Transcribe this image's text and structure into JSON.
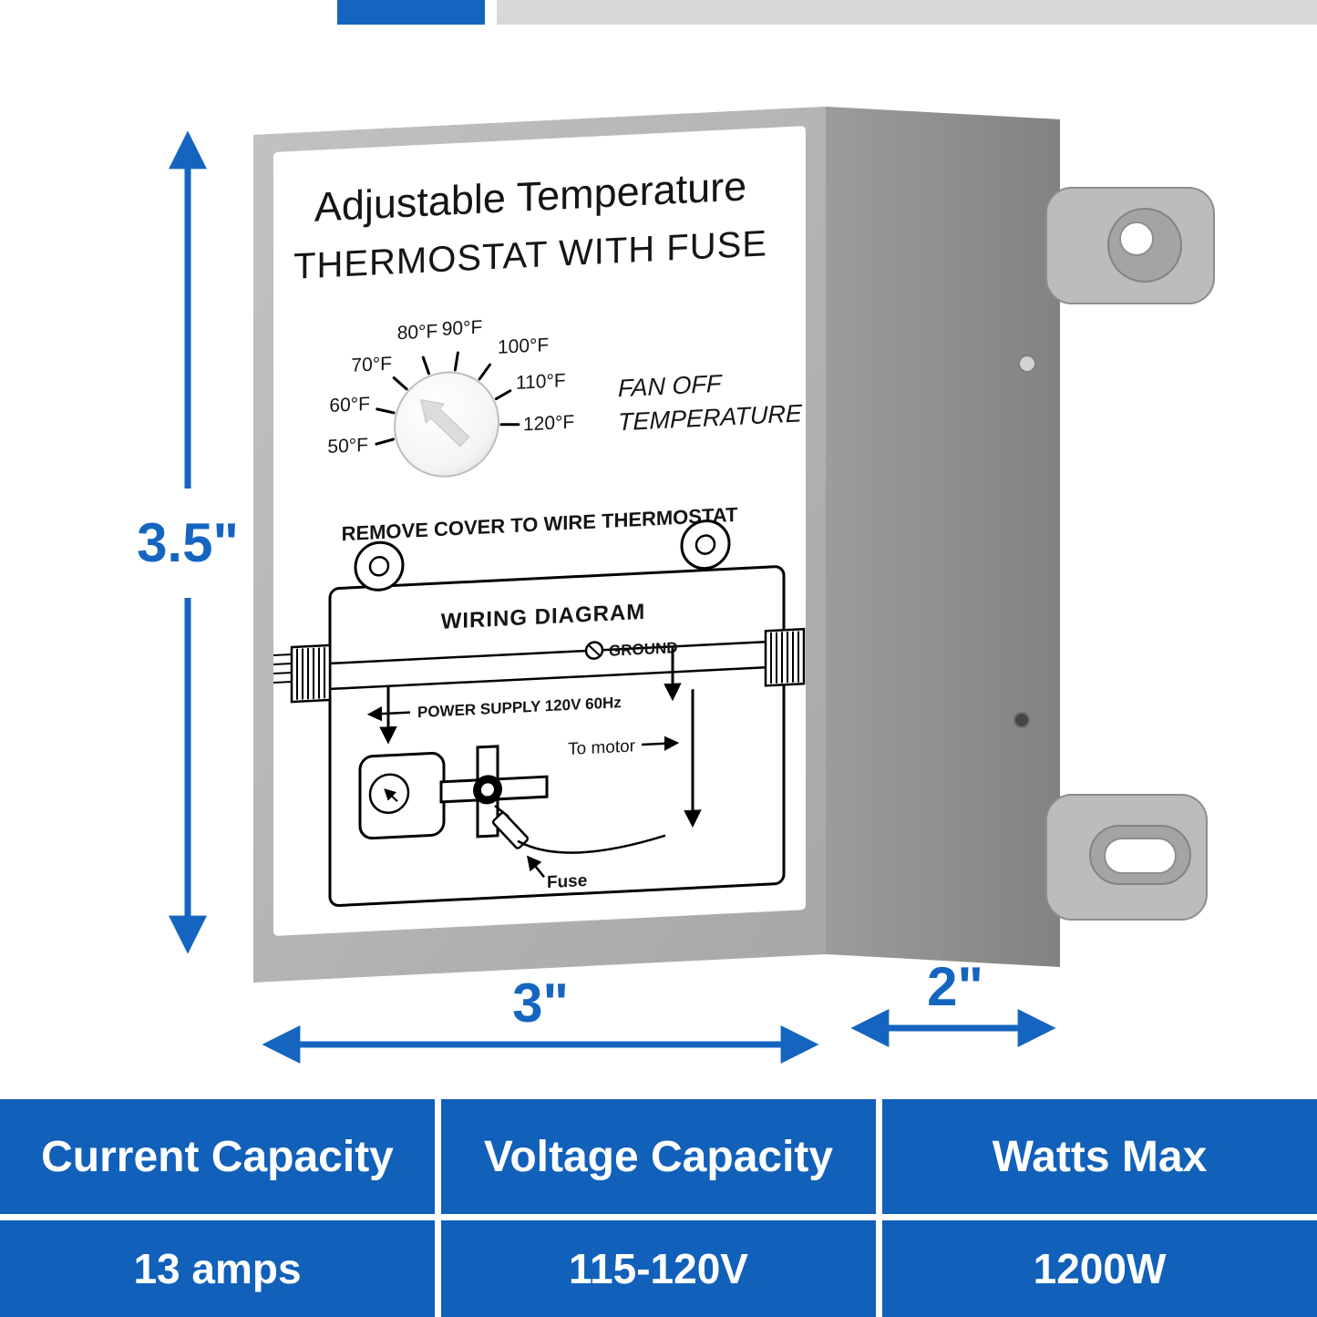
{
  "colors": {
    "accent_blue": "#1565c0",
    "table_blue": "#1160ba",
    "box_front_gray": "#b4b4b4",
    "box_side_gray": "#8e8e8e"
  },
  "product_label": {
    "title_line1": "Adjustable Temperature",
    "title_line2": "THERMOSTAT WITH FUSE",
    "dial": {
      "labels": [
        "50°F",
        "60°F",
        "70°F",
        "80°F",
        "90°F",
        "100°F",
        "110°F",
        "120°F"
      ]
    },
    "fan_off_line1": "FAN OFF",
    "fan_off_line2": "TEMPERATURE",
    "remove_cover_text": "REMOVE COVER TO WIRE THERMOSTAT",
    "wiring": {
      "title": "WIRING DIAGRAM",
      "ground_label": "GROUND",
      "power_supply_label": "POWER SUPPLY 120V 60Hz",
      "to_motor_label": "To motor",
      "fuse_label": "Fuse"
    }
  },
  "dimensions": {
    "height_label": "3.5\"",
    "width_label": "3\"",
    "depth_label": "2\""
  },
  "spec_table": {
    "columns": [
      {
        "header": "Current Capacity",
        "value": "13 amps"
      },
      {
        "header": "Voltage Capacity",
        "value": "115-120V"
      },
      {
        "header": "Watts Max",
        "value": "1200W"
      }
    ]
  }
}
